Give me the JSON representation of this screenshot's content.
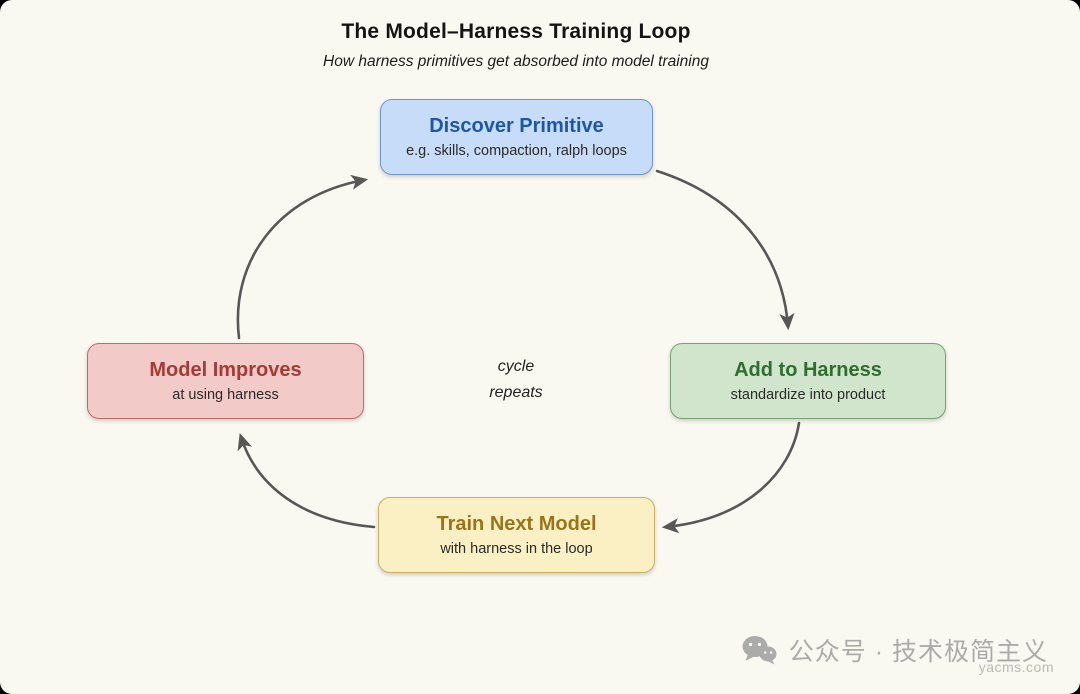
{
  "title": "The Model–Harness Training Loop",
  "subtitle": "How harness primitives get absorbed into model training",
  "center": {
    "line1": "cycle",
    "line2": "repeats"
  },
  "nodes": {
    "discover": {
      "title": "Discover Primitive",
      "subtitle": "e.g. skills, compaction, ralph loops",
      "fill": "#C7DCF8",
      "border": "#6C96D2",
      "title_color": "#1D57A8"
    },
    "add": {
      "title": "Add to Harness",
      "subtitle": "standardize into product",
      "fill": "#D0E5CC",
      "border": "#74A56F",
      "title_color": "#2E6E2E"
    },
    "train": {
      "title": "Train Next Model",
      "subtitle": "with harness in the loop",
      "fill": "#FBF0C4",
      "border": "#CDB05E",
      "title_color": "#9A7418"
    },
    "improve": {
      "title": "Model Improves",
      "subtitle": "at using harness",
      "fill": "#F2CAC8",
      "border": "#C16A66",
      "title_color": "#A63A34"
    }
  },
  "cycle_order": [
    "discover",
    "add",
    "train",
    "improve"
  ],
  "arrow_color": "#575757",
  "background": "#FAF9F1",
  "watermark": {
    "icon": "wechat-icon",
    "text": "公众号 · 技术极简主义",
    "domain": "yacms.com"
  }
}
